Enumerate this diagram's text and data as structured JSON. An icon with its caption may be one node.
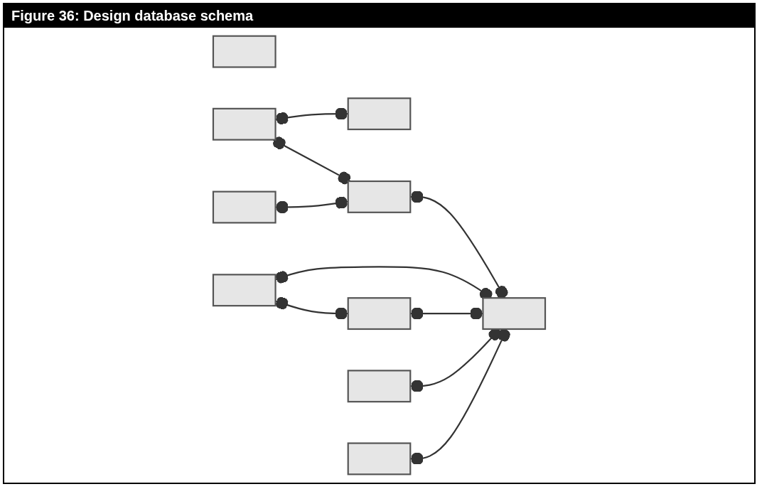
{
  "diagram": {
    "title": "Figure 36: Design database schema",
    "nodes": [
      {
        "text": [],
        "shape": "box"
      },
      {
        "text": [],
        "shape": "box"
      },
      {
        "text": [],
        "shape": "box"
      },
      {
        "text": [],
        "shape": "box"
      },
      {
        "text": [],
        "shape": "box"
      },
      {
        "text": [],
        "shape": "box"
      },
      {
        "text": [],
        "shape": "box"
      },
      {
        "text": [],
        "shape": "box"
      },
      {
        "text": [],
        "shape": "box"
      },
      {
        "text": [],
        "shape": "box"
      }
    ],
    "edges": [
      {
        "from": 1,
        "to": 2,
        "arrow": "other"
      },
      {
        "from": 1,
        "to": 3,
        "arrow": "other"
      },
      {
        "from": 4,
        "to": 3,
        "arrow": "other"
      },
      {
        "from": 3,
        "to": 6,
        "arrow": "other"
      },
      {
        "from": 7,
        "to": 6,
        "arrow": "other"
      },
      {
        "from": 7,
        "to": 9,
        "arrow": "other"
      },
      {
        "from": 9,
        "to": 6,
        "arrow": "other"
      },
      {
        "from": 5,
        "to": 6,
        "arrow": "other"
      },
      {
        "from": 8,
        "to": 6,
        "arrow": "other"
      }
    ]
  }
}
